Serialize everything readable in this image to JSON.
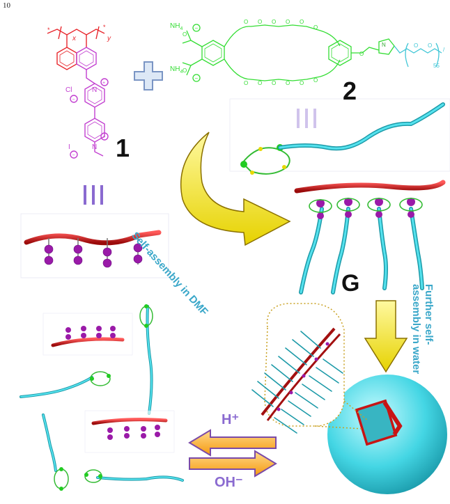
{
  "page_number": "10",
  "labels": {
    "compound1": "1",
    "compound2": "2",
    "complex": "G",
    "dmf_step": "Self-assembly in DMF",
    "water_step": "Further self-\nassembly in water",
    "acid": "H⁺",
    "base": "OH⁻"
  },
  "structure_text": {
    "x_sub": "x",
    "y_sub": "y",
    "chloride": "Cl",
    "iodide": "I",
    "pyr_n1": "N",
    "pyr_n2": "N",
    "nh4_top": "NH",
    "nh4_bottom": "NH",
    "four": "4",
    "peg_n": "55",
    "triazole_n": "N"
  },
  "colors": {
    "polymer": "#e8262c",
    "viologen": "#c23fd0",
    "crown": "#33dd33",
    "peg": "#3fc6d6",
    "arrow_yellow": "#f4e80a",
    "arrow_orange": "#f7a41a",
    "label_blue": "#3aa7c9",
    "purple_label": "#8a6ad0"
  }
}
